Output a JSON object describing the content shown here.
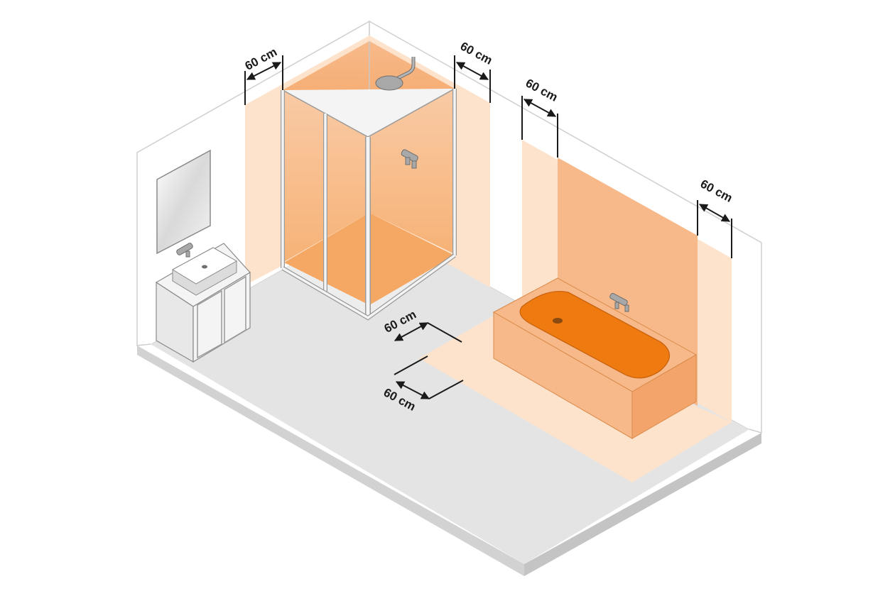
{
  "labels": {
    "shower_left": "60 cm",
    "shower_right": "60 cm",
    "bath_left": "60 cm",
    "bath_right": "60 cm",
    "floor_upper": "60 cm",
    "floor_lower": "60 cm"
  },
  "colors": {
    "zone_light": "#fde3cc",
    "zone_medium": "#f7b98a",
    "zone_strong": "#f28a2e",
    "zone_deep": "#ee7a10",
    "wall": "#ffffff",
    "wall_side": "#e6e6e6",
    "floor": "#e4e4e4"
  }
}
